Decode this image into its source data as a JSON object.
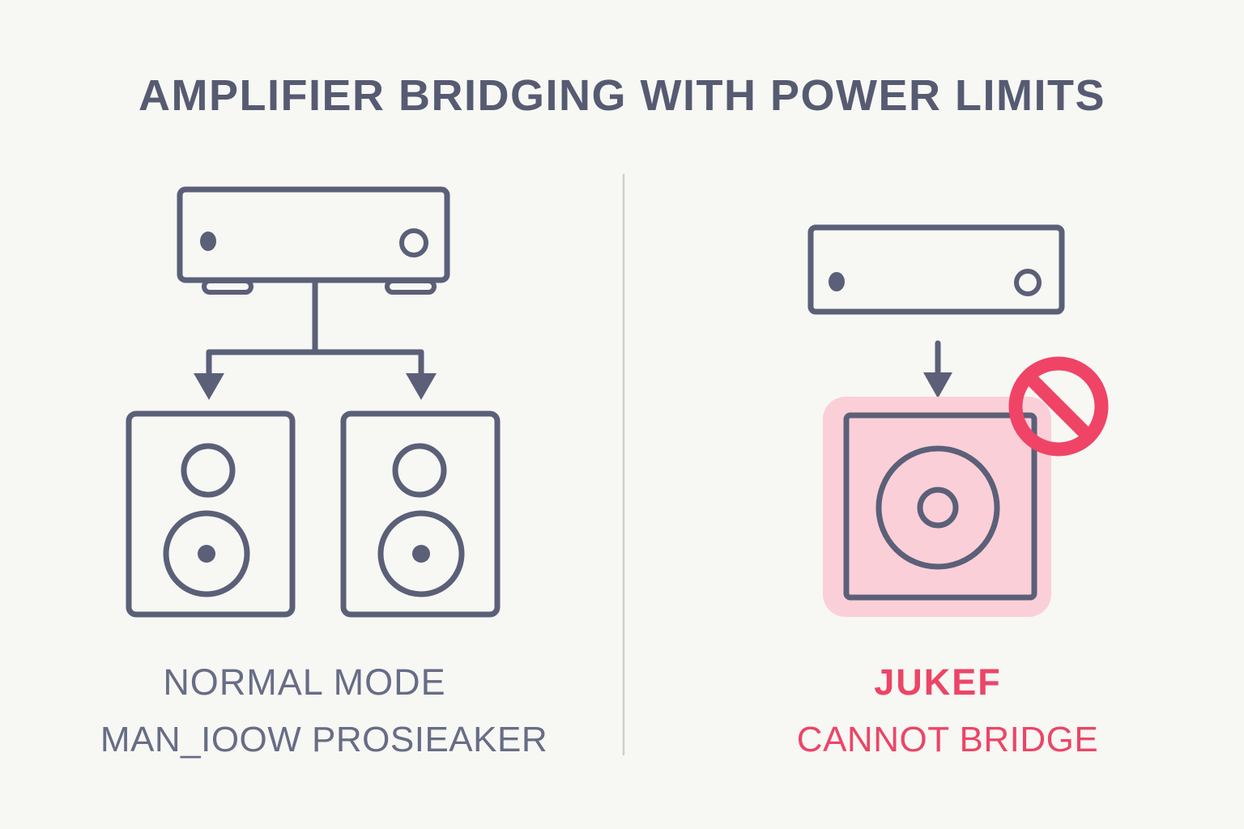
{
  "title": "AMPLIFIER BRIDGING WITH POWER LIMITS",
  "theme": {
    "background": "#f7f7f4",
    "ink": "#5b6078",
    "title_color": "#565b72",
    "caption_left_color": "#676d85",
    "warning_color": "#ec4567",
    "warning_panel_fill": "#fbcfd8",
    "divider_color": "#cfcfca"
  },
  "panels": {
    "left": {
      "label": "normal-mode-panel",
      "amplifier": {
        "name": "amplifier-unit",
        "indicator_dot": "power-led",
        "knob": "volume-knob",
        "feet": 2
      },
      "connection": {
        "name": "split-connection",
        "type": "branching-arrows",
        "branches": 2
      },
      "speakers": [
        {
          "name": "speaker-left",
          "tweeter": "tweeter-ring",
          "woofer": "woofer-ring",
          "dustcap": "woofer-center-dot"
        },
        {
          "name": "speaker-right",
          "tweeter": "tweeter-ring",
          "woofer": "woofer-ring",
          "dustcap": "woofer-center-dot"
        }
      ],
      "caption_line1": "NORMAL MODE",
      "caption_line2": "MAN_IOOW PROSIEAKER"
    },
    "right": {
      "label": "cannot-bridge-panel",
      "amplifier": {
        "name": "amplifier-unit",
        "indicator_dot": "power-led",
        "knob": "volume-knob",
        "feet": 0
      },
      "connection": {
        "name": "single-connection",
        "type": "single-arrow",
        "branches": 1
      },
      "speaker": {
        "name": "bridged-speaker",
        "driver": "driver-ring",
        "center": "driver-center-hole",
        "highlighted": true
      },
      "prohibition_sign": {
        "name": "no-entry-icon",
        "shape": "circle-with-diagonal-slash"
      },
      "caption_line1": "JUKEF",
      "caption_line2": "CANNOT BRIDGE"
    }
  },
  "divider": {
    "name": "panel-divider",
    "orientation": "vertical"
  }
}
